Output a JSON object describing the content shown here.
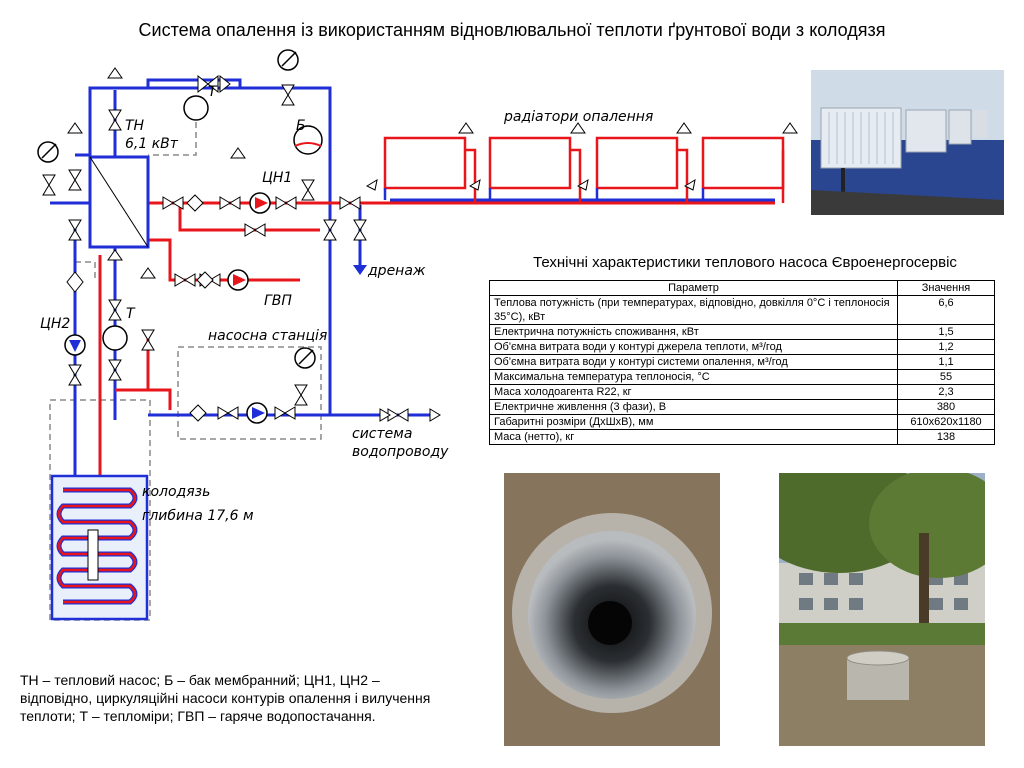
{
  "title": "Система опалення із використанням відновлювальної теплоти ґрунтової води з колодязя",
  "diagram": {
    "hp_name": "ТН",
    "hp_power": "6,1 кВт",
    "thermometer": "Т",
    "tank": "Б",
    "pump1": "ЦН1",
    "pump2": "ЦН2",
    "radiators": "радіатори опалення",
    "drain": "дренаж",
    "hot_water": "ГВП",
    "pump_station": "насосна станція",
    "water_system_1": "система",
    "water_system_2": "водопроводу",
    "well_1": "колодязь",
    "well_2": "глибина 17,6 м"
  },
  "table": {
    "title": "Технічні характеристики теплового насоса Євроенергосервіс",
    "headers": [
      "Параметр",
      "Значення"
    ],
    "rows": [
      [
        "Теплова потужність (при температурах, відповідно, довкілля 0°С і теплоносія 35°С), кВт",
        "6,6"
      ],
      [
        "Електрична потужність споживання, кВт",
        "1,5"
      ],
      [
        "Об'ємна витрата води у контурі джерела теплоти, м³/год",
        "1,2"
      ],
      [
        "Об'ємна витрата води у контурі системи опалення, м³/год",
        "1,1"
      ],
      [
        "Максимальна температура теплоносія, °С",
        "55"
      ],
      [
        "Маса холодоагента R22, кг",
        "2,3"
      ],
      [
        "Електричне живлення (3 фази), В",
        "380"
      ],
      [
        "Габаритні розміри (ДхШхВ), мм",
        "610х620х1180"
      ],
      [
        "Маса (нетто), кг",
        "138"
      ]
    ]
  },
  "legend": "ТН – тепловий насос; Б – бак мембранний; ЦН1, ЦН2 – відповідно, циркуляційні насоси контурів опалення і вилучення теплоти; Т – тепломіри; ГВП – гаряче водопостачання.",
  "colors": {
    "hot": "#e8161b",
    "cold": "#1f2ed6",
    "return": "#1f2ed6",
    "gray": "#8a8a8a"
  }
}
